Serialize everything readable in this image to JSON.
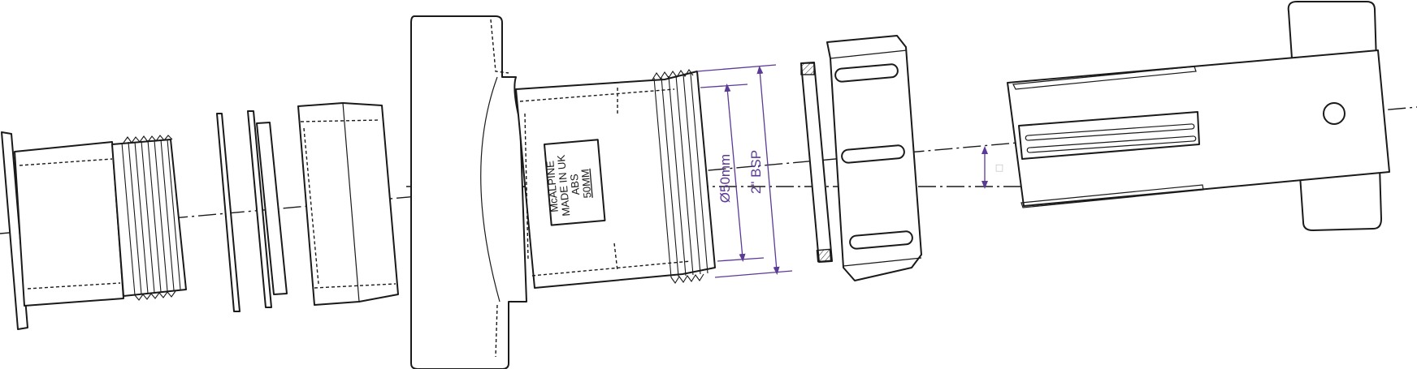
{
  "label_plate": {
    "line1": "McALPINE",
    "line2": "MADE IN UK",
    "line3": "ABS",
    "line4": "50MM"
  },
  "dimensions": {
    "inner_diameter": "Ø50mm",
    "thread_size": "2\" BSP",
    "angle_symbol": "□"
  },
  "colors": {
    "line": "#1a1a1a",
    "dimension": "#5b3a96",
    "background": "#ffffff"
  }
}
